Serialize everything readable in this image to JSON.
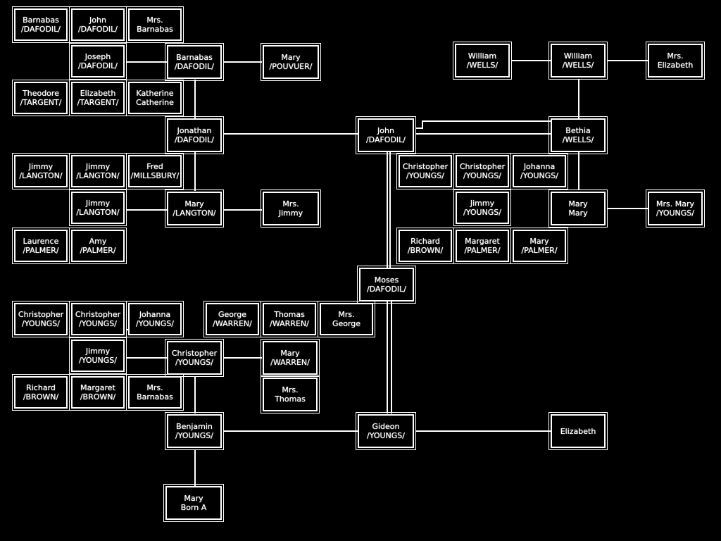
{
  "nodes": [
    {
      "id": "n01",
      "l1": "Barnabas",
      "l2": "/DAFODIL/"
    },
    {
      "id": "n02",
      "l1": "John",
      "l2": "/DAFODIL/"
    },
    {
      "id": "n03",
      "l1": "Mrs.",
      "l2": "Barnabas"
    },
    {
      "id": "n04",
      "l1": "Joseph",
      "l2": "/DAFODIL/"
    },
    {
      "id": "n05",
      "l1": "Barnabas",
      "l2": "/DAFODIL/"
    },
    {
      "id": "n06",
      "l1": "Mary",
      "l2": "/POUVUER/"
    },
    {
      "id": "n07",
      "l1": "Theodore",
      "l2": "/TARGENT/"
    },
    {
      "id": "n08",
      "l1": "Elizabeth",
      "l2": "/TARGENT/"
    },
    {
      "id": "n09",
      "l1": "Katherine",
      "l2": "Catherine"
    },
    {
      "id": "n10",
      "l1": "Jonathan",
      "l2": "/DAFODIL/"
    },
    {
      "id": "n11",
      "l1": "Jimmy",
      "l2": "/LANGTON/"
    },
    {
      "id": "n12",
      "l1": "Jimmy",
      "l2": "/LANGTON/"
    },
    {
      "id": "n13",
      "l1": "Fred",
      "l2": "/MILLSBURY/"
    },
    {
      "id": "n14",
      "l1": "Jimmy",
      "l2": "/LANGTON/"
    },
    {
      "id": "n15",
      "l1": "Mary",
      "l2": "/LANGTON/"
    },
    {
      "id": "n16",
      "l1": "Mrs.",
      "l2": "Jimmy"
    },
    {
      "id": "n17",
      "l1": "Laurence",
      "l2": "/PALMER/"
    },
    {
      "id": "n18",
      "l1": "Amy",
      "l2": "/PALMER/"
    },
    {
      "id": "n19",
      "l1": "William",
      "l2": "/WELLS/"
    },
    {
      "id": "n20",
      "l1": "William",
      "l2": "/WELLS/"
    },
    {
      "id": "n21",
      "l1": "Mrs.",
      "l2": "Elizabeth"
    },
    {
      "id": "n22",
      "l1": "John",
      "l2": "/DAFODIL/"
    },
    {
      "id": "n23",
      "l1": "Bethia",
      "l2": "/WELLS/"
    },
    {
      "id": "n24",
      "l1": "Christopher",
      "l2": "/YOUNGS/"
    },
    {
      "id": "n25",
      "l1": "Christopher",
      "l2": "/YOUNGS/"
    },
    {
      "id": "n26",
      "l1": "Johanna",
      "l2": "/YOUNGS/"
    },
    {
      "id": "n27",
      "l1": "Jimmy",
      "l2": "/YOUNGS/"
    },
    {
      "id": "n28",
      "l1": "Mary",
      "l2": "Mary"
    },
    {
      "id": "n29",
      "l1": "Mrs. Mary",
      "l2": "/YOUNGS/"
    },
    {
      "id": "n30",
      "l1": "Richard",
      "l2": "/BROWN/"
    },
    {
      "id": "n31",
      "l1": "Margaret",
      "l2": "/PALMER/"
    },
    {
      "id": "n32",
      "l1": "Mary",
      "l2": "/PALMER/"
    },
    {
      "id": "n33",
      "l1": "Moses",
      "l2": "/DAFODIL/"
    },
    {
      "id": "n34",
      "l1": "Christopher",
      "l2": "/YOUNGS/"
    },
    {
      "id": "n35",
      "l1": "Christopher",
      "l2": "/YOUNGS/"
    },
    {
      "id": "n36",
      "l1": "Johanna",
      "l2": "/YOUNGS/"
    },
    {
      "id": "n37",
      "l1": "George",
      "l2": "/WARREN/"
    },
    {
      "id": "n38",
      "l1": "Thomas",
      "l2": "/WARREN/"
    },
    {
      "id": "n39",
      "l1": "Mrs.",
      "l2": "George"
    },
    {
      "id": "n40",
      "l1": "Jimmy",
      "l2": "/YOUNGS/"
    },
    {
      "id": "n41",
      "l1": "Christopher",
      "l2": "/YOUNGS/"
    },
    {
      "id": "n42",
      "l1": "Mary",
      "l2": "/WARREN/"
    },
    {
      "id": "n43",
      "l1": "Richard",
      "l2": "/BROWN/"
    },
    {
      "id": "n44",
      "l1": "Margaret",
      "l2": "/BROWN/"
    },
    {
      "id": "n45",
      "l1": "Mrs.",
      "l2": "Barnabas"
    },
    {
      "id": "n46",
      "l1": "Mrs.",
      "l2": "Thomas"
    },
    {
      "id": "n47",
      "l1": "Benjamin",
      "l2": "/YOUNGS/"
    },
    {
      "id": "n48",
      "l1": "Gideon",
      "l2": "/YOUNGS/"
    },
    {
      "id": "n49",
      "l1": "Elizabeth",
      "l2": ""
    },
    {
      "id": "n50",
      "l1": "Mary",
      "l2": "Born A"
    }
  ],
  "accent": "#ffffff",
  "background": "#000000"
}
